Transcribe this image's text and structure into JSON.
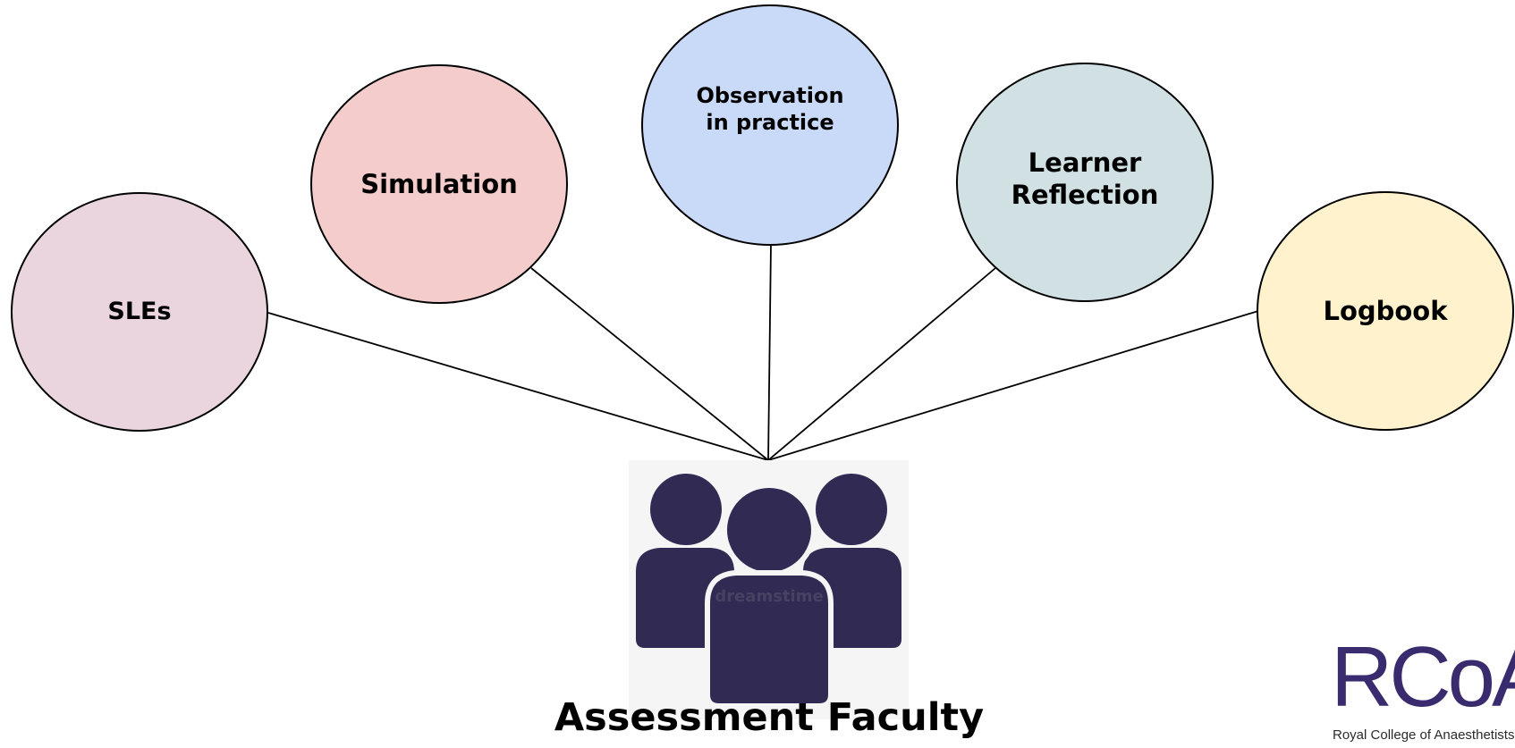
{
  "nodes": [
    {
      "id": "sles",
      "label": "SLEs",
      "fill": "#ead5df"
    },
    {
      "id": "simulation",
      "label": "Simulation",
      "fill": "#f4cccc"
    },
    {
      "id": "observation",
      "label": "Observation\nin practice",
      "fill": "#c9daf8"
    },
    {
      "id": "learner",
      "label": "Learner\nReflection",
      "fill": "#d0e0e3"
    },
    {
      "id": "logbook",
      "label": "Logbook",
      "fill": "#fff2cc"
    }
  ],
  "hub": {
    "title": "Assessment Faculty",
    "icon": "people-group-icon",
    "icon_color": "#312a52",
    "icon_watermark": "dreamstime"
  },
  "logo": {
    "mark": "RCoA",
    "name": "Royal College of Anaesthetists",
    "color": "#3a2a6e"
  }
}
